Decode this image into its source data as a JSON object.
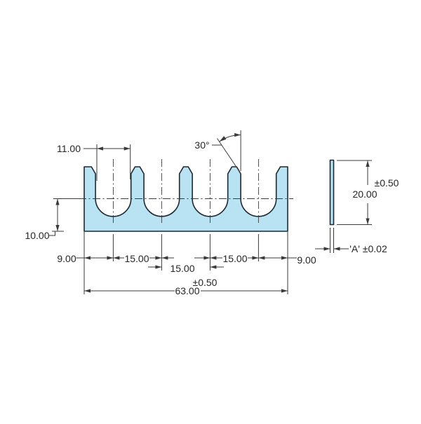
{
  "drawing": {
    "part_fill": "#B9E2F3",
    "outline_color": "#1C2933",
    "dim_color": "#3A3A3A",
    "front_view": {
      "slot_width": "11.00",
      "chamfer_angle": "30°",
      "base_height": "10.00",
      "left_offset": "9.00",
      "pitch_1": "15.00",
      "pitch_2": "15.00",
      "pitch_3": "15.00",
      "right_offset": "9.00",
      "overall_width": "63.00",
      "overall_width_tolerance": "±0.50"
    },
    "side_view": {
      "height": "20.00",
      "height_tolerance": "±0.50",
      "thickness": "'A' ±0.02"
    }
  }
}
